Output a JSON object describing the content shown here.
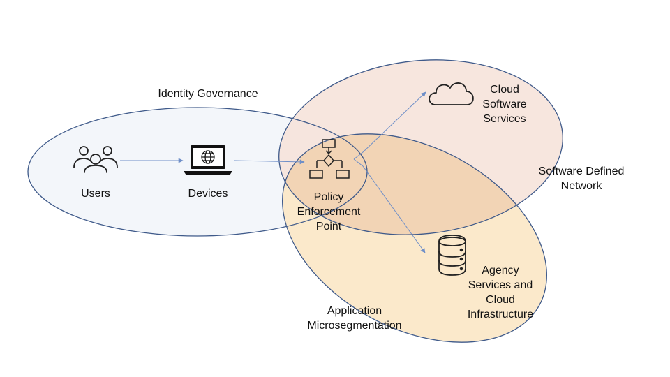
{
  "zones": {
    "identity": {
      "label": [
        "Identity Governance"
      ],
      "fill": "#f3f6fa"
    },
    "network": {
      "label": [
        "Software Defined",
        "Network"
      ],
      "fill": "#f6e2d8"
    },
    "microseg": {
      "label": [
        "Application",
        "Microsegmentation"
      ],
      "fill": "#fbe8c8"
    }
  },
  "nodes": {
    "users": {
      "label": [
        "Users"
      ],
      "icon": "users-icon"
    },
    "devices": {
      "label": [
        "Devices"
      ],
      "icon": "laptop-globe-icon"
    },
    "pep": {
      "label": [
        "Policy",
        "Enforcement",
        "Point"
      ],
      "icon": "flowchart-icon"
    },
    "cloud": {
      "label": [
        "Cloud",
        "Software",
        "Services"
      ],
      "icon": "cloud-icon"
    },
    "agency": {
      "label": [
        "Agency",
        "Services and",
        "Cloud",
        "Infrastructure"
      ],
      "icon": "database-icon"
    }
  },
  "colors": {
    "ellipse_stroke": "#3f5a8a",
    "arrow": "#6f8fc8",
    "overlap_triple": "#f2d4b5"
  }
}
